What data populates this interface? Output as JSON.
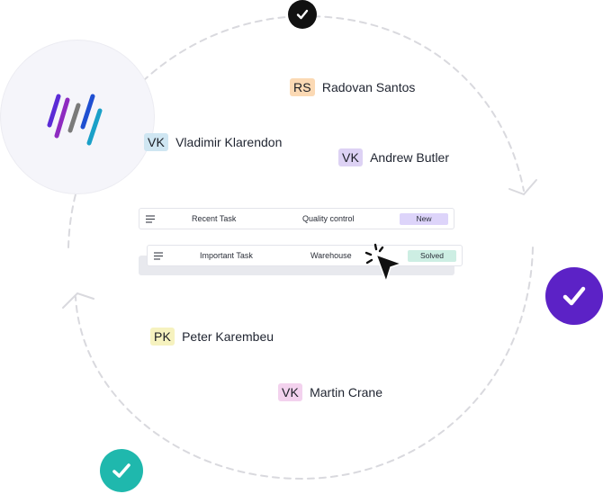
{
  "people": [
    {
      "initials": "RS",
      "name": "Radovan Santos",
      "badge_color": "#fbd9b4"
    },
    {
      "initials": "VK",
      "name": "Vladimir Klarendon",
      "badge_color": "#cfe6f2"
    },
    {
      "initials": "VK",
      "name": "Andrew Butler",
      "badge_color": "#ddd2f4"
    },
    {
      "initials": "PK",
      "name": "Peter Karembeu",
      "badge_color": "#f6f2bf"
    },
    {
      "initials": "VK",
      "name": "Martin Crane",
      "badge_color": "#f3d2ee"
    }
  ],
  "tasks": [
    {
      "title": "Recent Task",
      "category": "Quality control",
      "status": "New",
      "status_color": "#ddd4fa",
      "icon": "list-icon"
    },
    {
      "title": "Important Task",
      "category": "Warehouse",
      "status": "Solved",
      "status_color": "#cdeee3",
      "icon": "list-icon"
    }
  ],
  "checks": [
    {
      "icon": "check-icon",
      "color": "#111111"
    },
    {
      "icon": "check-icon",
      "color": "#5c22c6"
    },
    {
      "icon": "check-icon",
      "color": "#1fb8ad"
    }
  ],
  "logo": {
    "icon": "brand-logo-icon",
    "colors": [
      "#5b2bd6",
      "#8e2bc0",
      "#7a7a7a",
      "#1f4fd1",
      "#1aa0c8"
    ]
  },
  "cursor": {
    "icon": "click-cursor-icon"
  }
}
